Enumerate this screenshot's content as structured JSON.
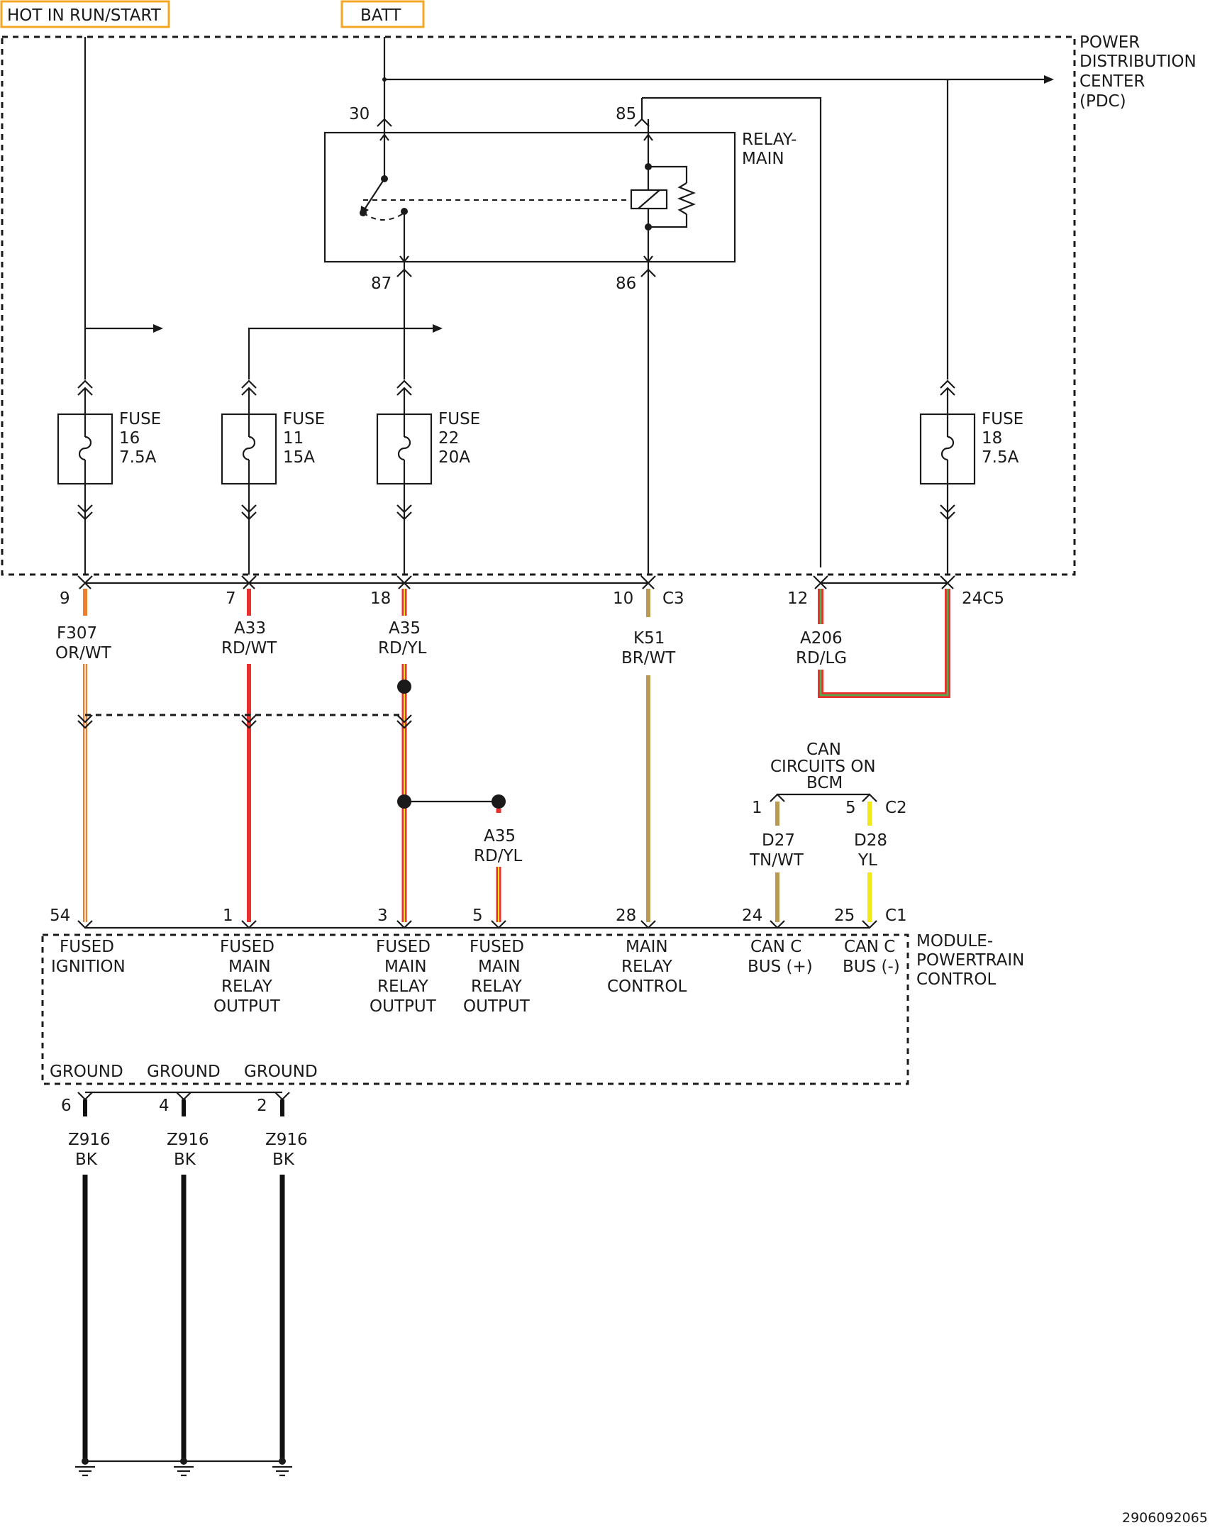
{
  "top_labels": {
    "hot_run_start": "HOT IN RUN/START",
    "batt": "BATT"
  },
  "pdc": {
    "line1": "POWER",
    "line2": "DISTRIBUTION",
    "line3": "CENTER",
    "line4": "(PDC)"
  },
  "relay": {
    "line1": "RELAY-",
    "line2": "MAIN",
    "pin30": "30",
    "pin85": "85",
    "pin87": "87",
    "pin86": "86"
  },
  "fuses": [
    {
      "line1": "FUSE",
      "line2": "16",
      "line3": "7.5A"
    },
    {
      "line1": "FUSE",
      "line2": "11",
      "line3": "15A"
    },
    {
      "line1": "FUSE",
      "line2": "22",
      "line3": "20A"
    },
    {
      "line1": "FUSE",
      "line2": "18",
      "line3": "7.5A"
    }
  ],
  "pdc_pins": {
    "p9": "9",
    "p7": "7",
    "p18": "18",
    "p10": "10",
    "c3": "C3",
    "p12": "12",
    "p24c5": "24C5"
  },
  "wires": {
    "f307": {
      "circuit": "F307",
      "color": "OR/WT"
    },
    "a33": {
      "circuit": "A33",
      "color": "RD/WT"
    },
    "a35a": {
      "circuit": "A35",
      "color": "RD/YL"
    },
    "k51": {
      "circuit": "K51",
      "color": "BR/WT"
    },
    "a206": {
      "circuit": "A206",
      "color": "RD/LG"
    },
    "a35b": {
      "circuit": "A35",
      "color": "RD/YL"
    },
    "d27": {
      "circuit": "D27",
      "color": "TN/WT"
    },
    "d28": {
      "circuit": "D28",
      "color": "YL"
    },
    "z916a": {
      "circuit": "Z916",
      "color": "BK"
    },
    "z916b": {
      "circuit": "Z916",
      "color": "BK"
    },
    "z916c": {
      "circuit": "Z916",
      "color": "BK"
    }
  },
  "can": {
    "line1": "CAN",
    "line2": "CIRCUITS ON",
    "line3": "BCM",
    "pin1": "1",
    "pin5": "5",
    "c2": "C2"
  },
  "pcm_pins": {
    "p54": "54",
    "p1": "1",
    "p3": "3",
    "p5": "5",
    "p28": "28",
    "p24": "24",
    "p25": "25",
    "c1": "C1"
  },
  "pcm_functions": {
    "fused_ignition": [
      "FUSED",
      "IGNITION"
    ],
    "fused_main_1": [
      "FUSED",
      "MAIN",
      "RELAY",
      "OUTPUT"
    ],
    "fused_main_3": [
      "FUSED",
      "MAIN",
      "RELAY",
      "OUTPUT"
    ],
    "fused_main_5": [
      "FUSED",
      "MAIN",
      "RELAY",
      "OUTPUT"
    ],
    "main_relay_control": [
      "MAIN",
      "RELAY",
      "CONTROL"
    ],
    "can_c_plus": [
      "CAN C",
      "BUS (+)"
    ],
    "can_c_minus": [
      "CAN C",
      "BUS (-)"
    ]
  },
  "pcm": {
    "line1": "MODULE-",
    "line2": "POWERTRAIN",
    "line3": "CONTROL"
  },
  "grounds": {
    "g1": "GROUND",
    "g2": "GROUND",
    "g3": "GROUND",
    "p6": "6",
    "p4": "4",
    "p2": "2"
  },
  "figure_id": "2906092065",
  "colors": {
    "label_box": "#f5a623",
    "red": "#e8312f",
    "orange": "#f07c2e",
    "yellow": "#f2e816",
    "tan": "#b99a52",
    "green": "#4caf50",
    "black": "#111111"
  }
}
